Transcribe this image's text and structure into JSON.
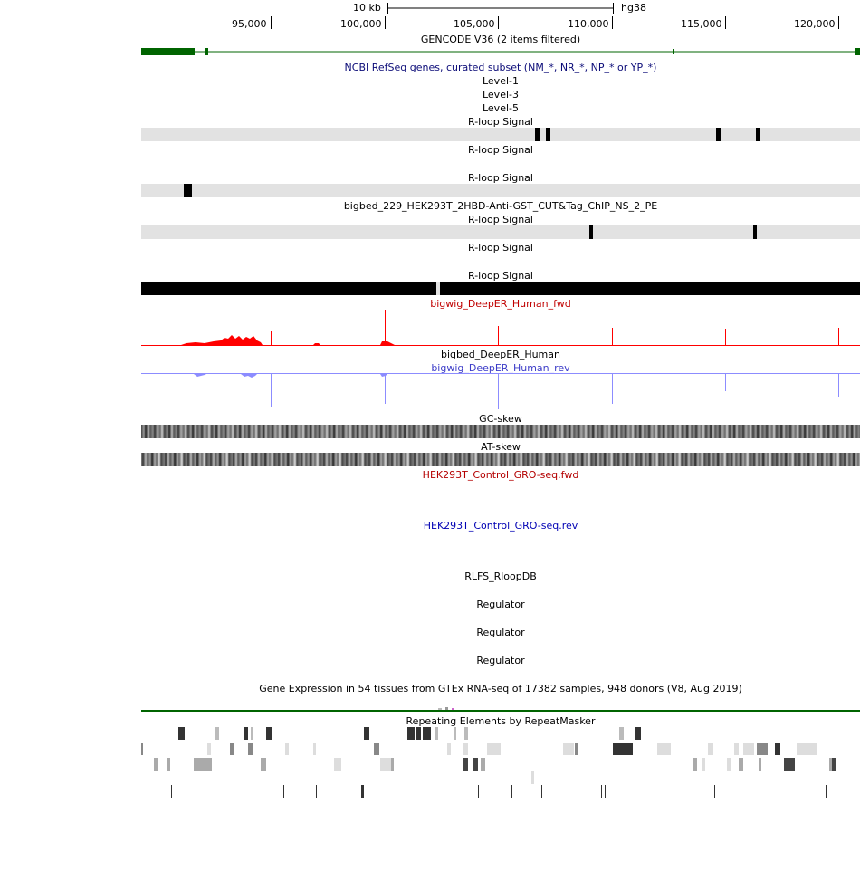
{
  "ruler": {
    "scale_label": "10 kb",
    "assembly": "hg38",
    "ticks": [
      "95,000",
      "100,000",
      "105,000",
      "110,000",
      "115,000",
      "120,000"
    ]
  },
  "tracks": {
    "gencode": "GENCODE V36 (2 items filtered)",
    "refseq": "NCBI RefSeq genes, curated subset (NM_*, NR_*, NP_* or YP_*)",
    "level1": "Level-1",
    "level3": "Level-3",
    "level5": "Level-5",
    "rloop1": "R-loop Signal",
    "rloop2": "R-loop Signal",
    "rloop3": "R-loop Signal",
    "bigbed229": "bigbed_229_HEK293T_2HBD-Anti-GST_CUT&Tag_ChIP_NS_2_PE",
    "rloop4": "R-loop Signal",
    "rloop5": "R-loop Signal",
    "rloop6": "R-loop Signal",
    "deeper_fwd": "bigwig_DeepER_Human_fwd",
    "deeper_bigbed": "bigbed_DeepER_Human",
    "deeper_rev": "bigwig_DeepER_Human_rev",
    "gc_skew": "GC-skew",
    "at_skew": "AT-skew",
    "gro_fwd": "HEK293T_Control_GRO-seq.fwd",
    "gro_rev": "HEK293T_Control_GRO-seq.rev",
    "rlfs": "RLFS_RloopDB",
    "regulator1": "Regulator",
    "regulator2": "Regulator",
    "regulator3": "Regulator",
    "gtex": "Gene Expression in 54 tissues from GTEx RNA-seq of 17382 samples, 948 donors (V8, Aug 2019)",
    "repeatmasker": "Repeating Elements by RepeatMasker"
  },
  "colors": {
    "gencode_green": "#006400",
    "refseq_blue": "#0c0c78",
    "fwd_red": "#ff0000",
    "rev_blue": "#5050ff",
    "gro_fwd_red": "#b40000",
    "gro_rev_blue": "#0000b4",
    "track_bg": "#e2e2e2"
  }
}
